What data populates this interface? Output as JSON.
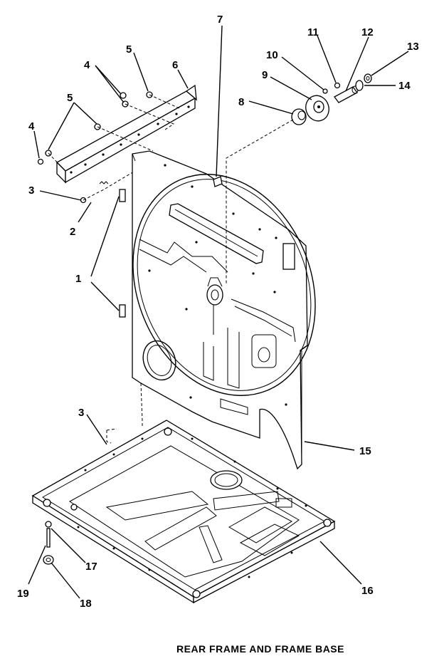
{
  "caption": "REAR FRAME AND FRAME BASE",
  "callouts": {
    "c1": "1",
    "c2": "2",
    "c3a": "3",
    "c3b": "3",
    "c4a": "4",
    "c4b": "4",
    "c5a": "5",
    "c5b": "5",
    "c6": "6",
    "c7": "7",
    "c8": "8",
    "c9": "9",
    "c10": "10",
    "c11": "11",
    "c12": "12",
    "c13": "13",
    "c14": "14",
    "c15": "15",
    "c16": "16",
    "c17": "17",
    "c18": "18",
    "c19": "19"
  },
  "colors": {
    "ink": "#000000",
    "paper": "#ffffff"
  }
}
